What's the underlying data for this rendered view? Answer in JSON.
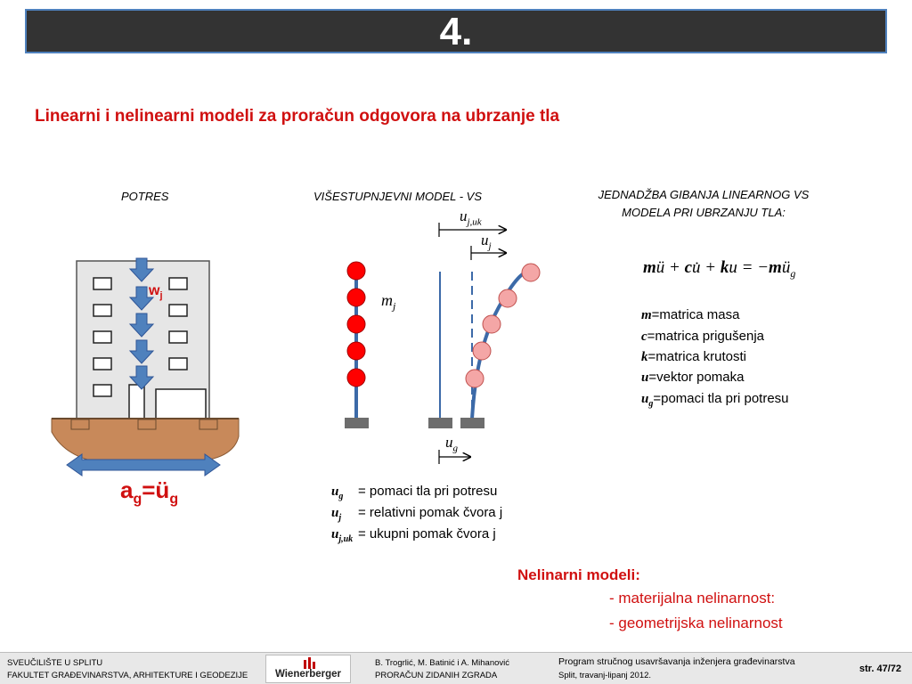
{
  "slide": {
    "number": "4.",
    "subtitle": "Linearni i nelinearni modeli za proračun odgovora na ubrzanje tla"
  },
  "captions": {
    "potres": "POTRES",
    "model": "VIŠESTUPNJEVNI MODEL - VS",
    "equation_title_1": "JEDNADŽBA GIBANJA LINEARNOG VS",
    "equation_title_2": "MODELA PRI UBRZANJU TLA:"
  },
  "building": {
    "force_label_main": "w",
    "force_label_sub": "j",
    "accel_label_a": "a",
    "accel_label_a_sub": "g",
    "accel_label_eq": "=ü",
    "accel_label_u_sub": "g"
  },
  "model_labels": {
    "mass": "m",
    "mass_sub": "j",
    "u_total": "u",
    "u_total_sub": "j,uk",
    "u_rel": "u",
    "u_rel_sub": "j",
    "u_ground": "u",
    "u_ground_sub": "g"
  },
  "equation": {
    "t1": "m",
    "t2": "ü + ",
    "t3": "c",
    "t4": "u̇ + ",
    "t5": "k",
    "t6": "u = −",
    "t7": "m",
    "t8": "ü",
    "t8_sub": "g"
  },
  "definitions": [
    {
      "symbol": "m",
      "sub": "",
      "text": "=matrica masa"
    },
    {
      "symbol": "c",
      "sub": "",
      "text": "=matrica prigušenja"
    },
    {
      "symbol": "k",
      "sub": "",
      "text": "=matrica krutosti"
    },
    {
      "symbol": "u",
      "sub": "",
      "text": "=vektor pomaka"
    },
    {
      "symbol": "u",
      "sub": "g",
      "text": "=pomaci tla pri potresu"
    }
  ],
  "legend": [
    {
      "symbol": "u",
      "sub": "g",
      "text": "= pomaci tla pri potresu"
    },
    {
      "symbol": "u",
      "sub": "j",
      "text": "= relativni pomak čvora j"
    },
    {
      "symbol": "u",
      "sub": "j,uk",
      "text": "= ukupni pomak čvora j"
    }
  ],
  "nonlinear": {
    "title": "Nelinarni modeli:",
    "item1": "- materijalna nelinarnost:",
    "item2": "- geometrijska nelinarnost"
  },
  "footer": {
    "uni": "SVEUČILIŠTE U SPLITU",
    "faculty": "FAKULTET GRAĐEVINARSTVA, ARHITEKTURE I GEODEZIJE",
    "logo": "Wienerberger",
    "authors": "B. Trogrlić, M. Batinić i A. Mihanović",
    "topic": "PRORAČUN ZIDANIH ZGRADA",
    "program": "Program stručnog usavršavanja inženjera građevinarstva",
    "place": "Split, travanj-lipanj 2012.",
    "page": "str. 47/72"
  },
  "colors": {
    "accent_red": "#d01010",
    "arrow_blue": "#4f81bd",
    "mass_red": "#ff0000",
    "mass_pink": "#f4a6a6",
    "column_blue": "#3c6aa8",
    "soil": "#c8895a"
  }
}
